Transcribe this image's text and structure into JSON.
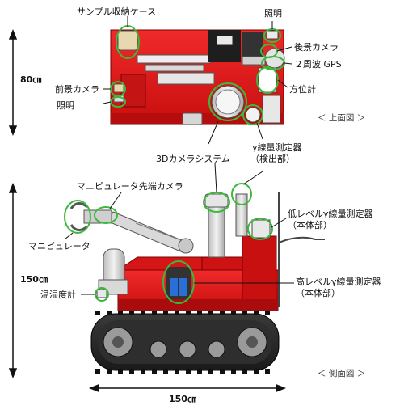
{
  "labels": {
    "sample_case": "サンプル収納ケース",
    "light_top": "照明",
    "rear_camera": "後景カメラ",
    "gps": "２周波 GPS",
    "compass": "方位計",
    "front_camera": "前景カメラ",
    "light_front": "照明",
    "top_view": "＜ 上面図 ＞",
    "camera_3d": "3Dカメラシステム",
    "gamma_detector_line1": "γ線量測定器",
    "gamma_detector_line2": "（検出部）",
    "manip_tip_camera": "マニピュレータ先端カメラ",
    "manipulator": "マニピュレータ",
    "low_gamma_line1": "低レベルγ線量測定器",
    "low_gamma_line2": "（本体部）",
    "high_gamma_line1": "高レベルγ線量測定器",
    "high_gamma_line2": "（本体部）",
    "thermo_hygro": "温湿度計",
    "side_view": "＜ 側面図 ＞"
  },
  "dimensions": {
    "height_top": "80㎝",
    "height_side": "150㎝",
    "length_side": "150㎝"
  },
  "colors": {
    "body_red": "#e01818",
    "body_dark_red": "#a80c0c",
    "highlight_green": "#3cb83c",
    "track_dark": "#2a2a2a",
    "gray_part": "#d8d8d8"
  }
}
